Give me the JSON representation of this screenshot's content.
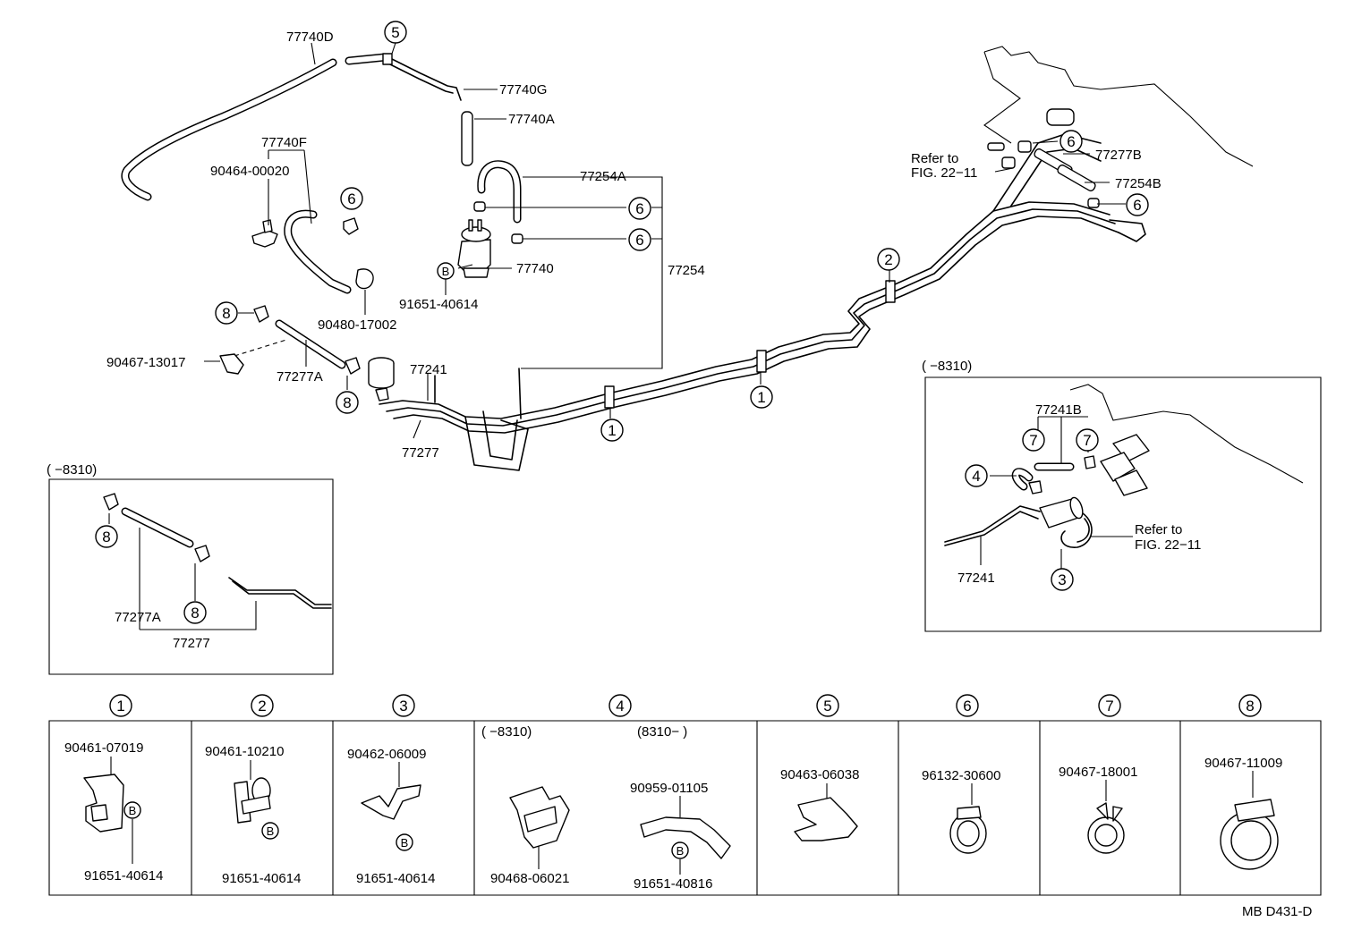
{
  "callouts": {
    "p77740D": "77740D",
    "p77740G": "77740G",
    "p77740A": "77740A",
    "p77740F": "77740F",
    "p90464_00020": "90464-00020",
    "p77254A": "77254A",
    "p77740": "77740",
    "p77254": "77254",
    "p91651_40614": "91651-40614",
    "p90480_17002": "90480-17002",
    "p90467_13017": "90467-13017",
    "p77277A": "77277A",
    "p77241": "77241",
    "p77277": "77277",
    "p77277B": "77277B",
    "p77254B": "77254B",
    "refer_to": "Refer to",
    "fig_22_11_a": "FIG. 22−11",
    "fig_22_11_b": "FIG. 22−11"
  },
  "markers": {
    "m1": "1",
    "m2": "2",
    "m3": "3",
    "m4": "4",
    "m5": "5",
    "m6": "6",
    "m7": "7",
    "m8": "8",
    "b": "B"
  },
  "inset_left": {
    "range": "(        −8310)",
    "p77277A": "77277A",
    "p77277": "77277"
  },
  "inset_right": {
    "range": "(        −8310)",
    "p77241B": "77241B",
    "p77241": "77241",
    "refer_to": "Refer to",
    "fig": "FIG. 22−11"
  },
  "parts_table": {
    "cells": [
      {
        "marker": "1",
        "top": "90461-07019",
        "bottom": "91651-40614"
      },
      {
        "marker": "2",
        "top": "90461-10210",
        "bottom": "91651-40614"
      },
      {
        "marker": "3",
        "top": "90462-06009",
        "bottom": "91651-40614"
      },
      {
        "marker": "4",
        "left_range": "(        −8310)",
        "right_range": "(8310−        )",
        "left_bottom": "90468-06021",
        "right_top": "90959-01105",
        "right_bottom": "91651-40816"
      },
      {
        "marker": "5",
        "top": "90463-06038"
      },
      {
        "marker": "6",
        "top": "96132-30600"
      },
      {
        "marker": "7",
        "top": "90467-18001"
      },
      {
        "marker": "8",
        "top": "90467-11009"
      }
    ]
  },
  "diagram_code": "MB D431-D"
}
